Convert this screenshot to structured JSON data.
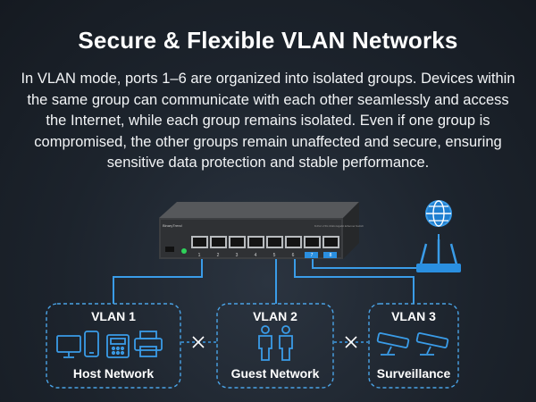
{
  "header": {
    "title": "Secure & Flexible VLAN Networks",
    "description": "In VLAN mode, ports 1–6 are organized into isolated groups. Devices within the same group can communicate with each other seamlessly and access the Internet, while each group remains isolated. Even if one group is compromised, the other groups remain unaffected and secure, ensuring sensitive data protection and stable performance."
  },
  "switch": {
    "brand": "BinaryTrend",
    "model_text": "8-Port 2.5G Multi-Gigabit Ethernet Switch",
    "port_numbers": [
      "1",
      "2",
      "3",
      "4",
      "5",
      "6",
      "7",
      "8"
    ]
  },
  "vlans": [
    {
      "name": "VLAN 1",
      "group": "Host Network",
      "devices": [
        "monitor-icon",
        "phone-icon",
        "ip-phone-icon",
        "printer-icon"
      ]
    },
    {
      "name": "VLAN 2",
      "group": "Guest Network",
      "devices": [
        "person-icon",
        "person-icon"
      ]
    },
    {
      "name": "VLAN 3",
      "group": "Surveillance",
      "devices": [
        "camera-icon",
        "camera-icon"
      ]
    }
  ],
  "icons": {
    "internet": "globe-icon",
    "router": "router-icon",
    "isolation": "blocked-link-icon"
  },
  "colors": {
    "accent": "#2a8fe0",
    "line": "#3a9ce8",
    "dashed_box": "#4aa3e6"
  }
}
